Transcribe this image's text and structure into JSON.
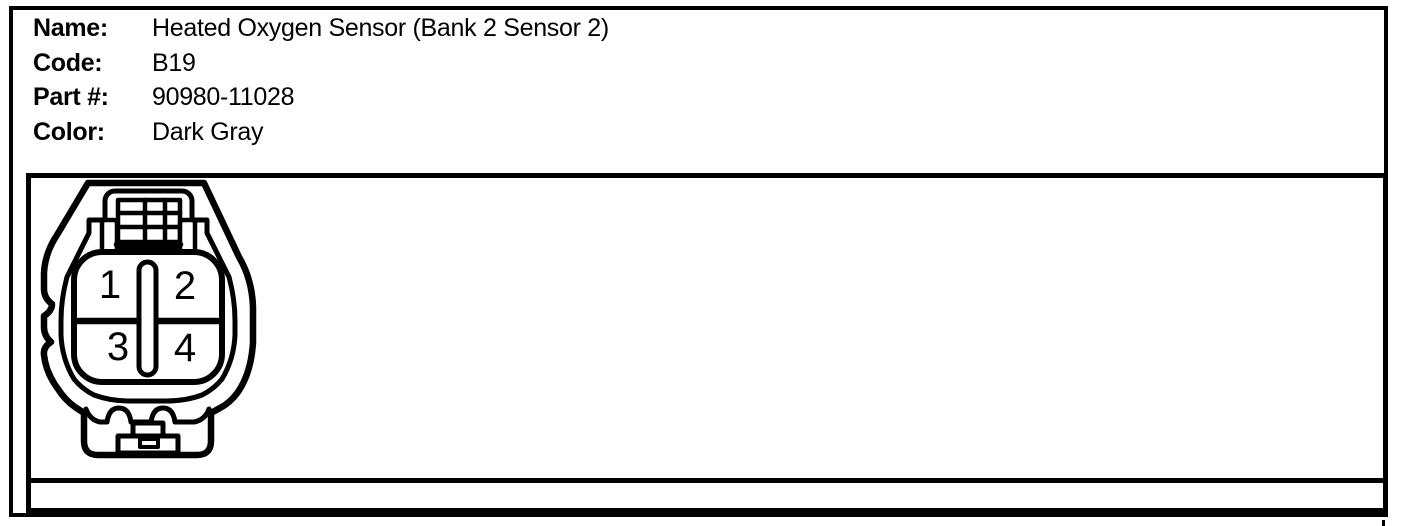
{
  "info": {
    "rows": [
      {
        "label": "Name:",
        "value": "Heated Oxygen Sensor (Bank 2 Sensor 2)"
      },
      {
        "label": "Code:",
        "value": "B19"
      },
      {
        "label": "Part #:",
        "value": "90980-11028"
      },
      {
        "label": "Color:",
        "value": "Dark Gray"
      }
    ]
  },
  "connector": {
    "description": "4-pin connector front view",
    "pins": [
      "1",
      "2",
      "3",
      "4"
    ]
  },
  "colors": {
    "line": "#000000",
    "background": "#ffffff"
  }
}
